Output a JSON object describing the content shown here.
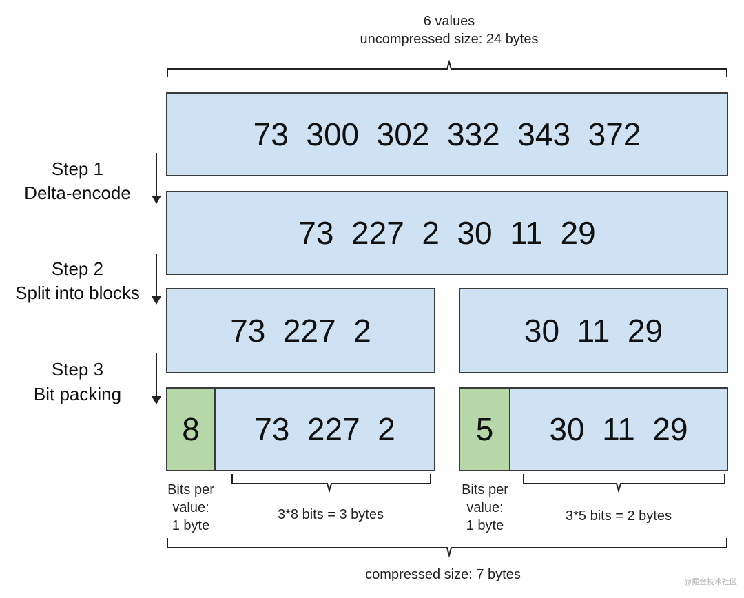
{
  "top": {
    "line1": "6 values",
    "line2": "uncompressed size: 24 bytes"
  },
  "steps": [
    {
      "title": "Step 1",
      "desc": "Delta-encode"
    },
    {
      "title": "Step 2",
      "desc": "Split into blocks"
    },
    {
      "title": "Step 3",
      "desc": "Bit packing"
    }
  ],
  "rows": {
    "original": "73  300  302  332  343  372",
    "delta": "73  227  2  30  11  29",
    "block_a": "73  227  2",
    "block_b": "30  11  29"
  },
  "packed": {
    "a": {
      "bits": "8",
      "values": "73  227  2",
      "bits_label": [
        "Bits per",
        "value:",
        "1 byte"
      ],
      "size_label": "3*8 bits = 3 bytes"
    },
    "b": {
      "bits": "5",
      "values": "30  11  29",
      "bits_label": [
        "Bits per",
        "value:",
        "1 byte"
      ],
      "size_label": "3*5 bits = 2 bytes"
    }
  },
  "bottom": {
    "label": "compressed size: 7 bytes"
  },
  "watermark": "@掘金技术社区"
}
